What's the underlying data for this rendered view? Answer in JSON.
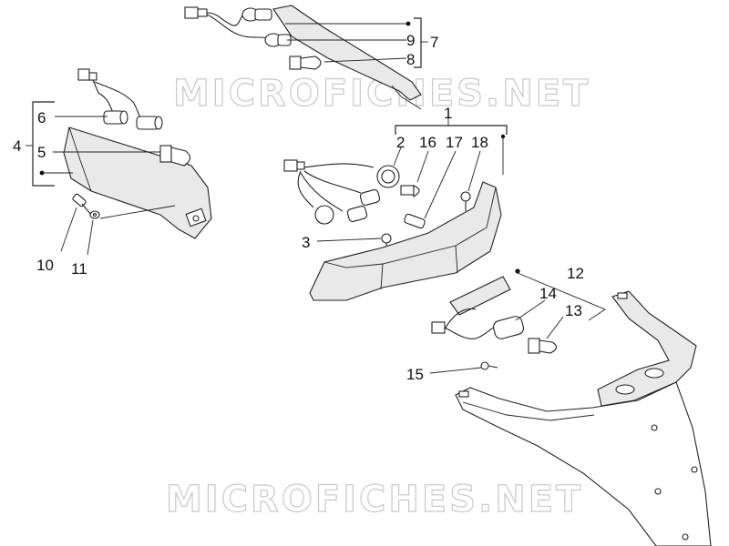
{
  "watermark": "MICROFICHES.NET",
  "callouts": {
    "c1": "1",
    "c2": "2",
    "c3": "3",
    "c4": "4",
    "c5": "5",
    "c6": "6",
    "c7": "7",
    "c8": "8",
    "c9": "9",
    "c10": "10",
    "c11": "11",
    "c12": "12",
    "c13": "13",
    "c14": "14",
    "c15": "15",
    "c16": "16",
    "c17": "17",
    "c18": "18"
  },
  "parts": {
    "rear_light_assembly": "1",
    "socket": "2",
    "screw_rear_light": "3",
    "front_light_left": "4",
    "bulb_left": "5",
    "wire_harness_left": "6",
    "front_light_top": "7",
    "bulb_top": "8",
    "wire_harness_top": "9",
    "bolt": "10",
    "washer": "11",
    "plate_light_assembly": "12",
    "plate_bulb": "13",
    "plate_socket": "14",
    "screw_plate": "15",
    "bulb_small": "16",
    "bulb_wedge": "17",
    "screw_small": "18"
  }
}
